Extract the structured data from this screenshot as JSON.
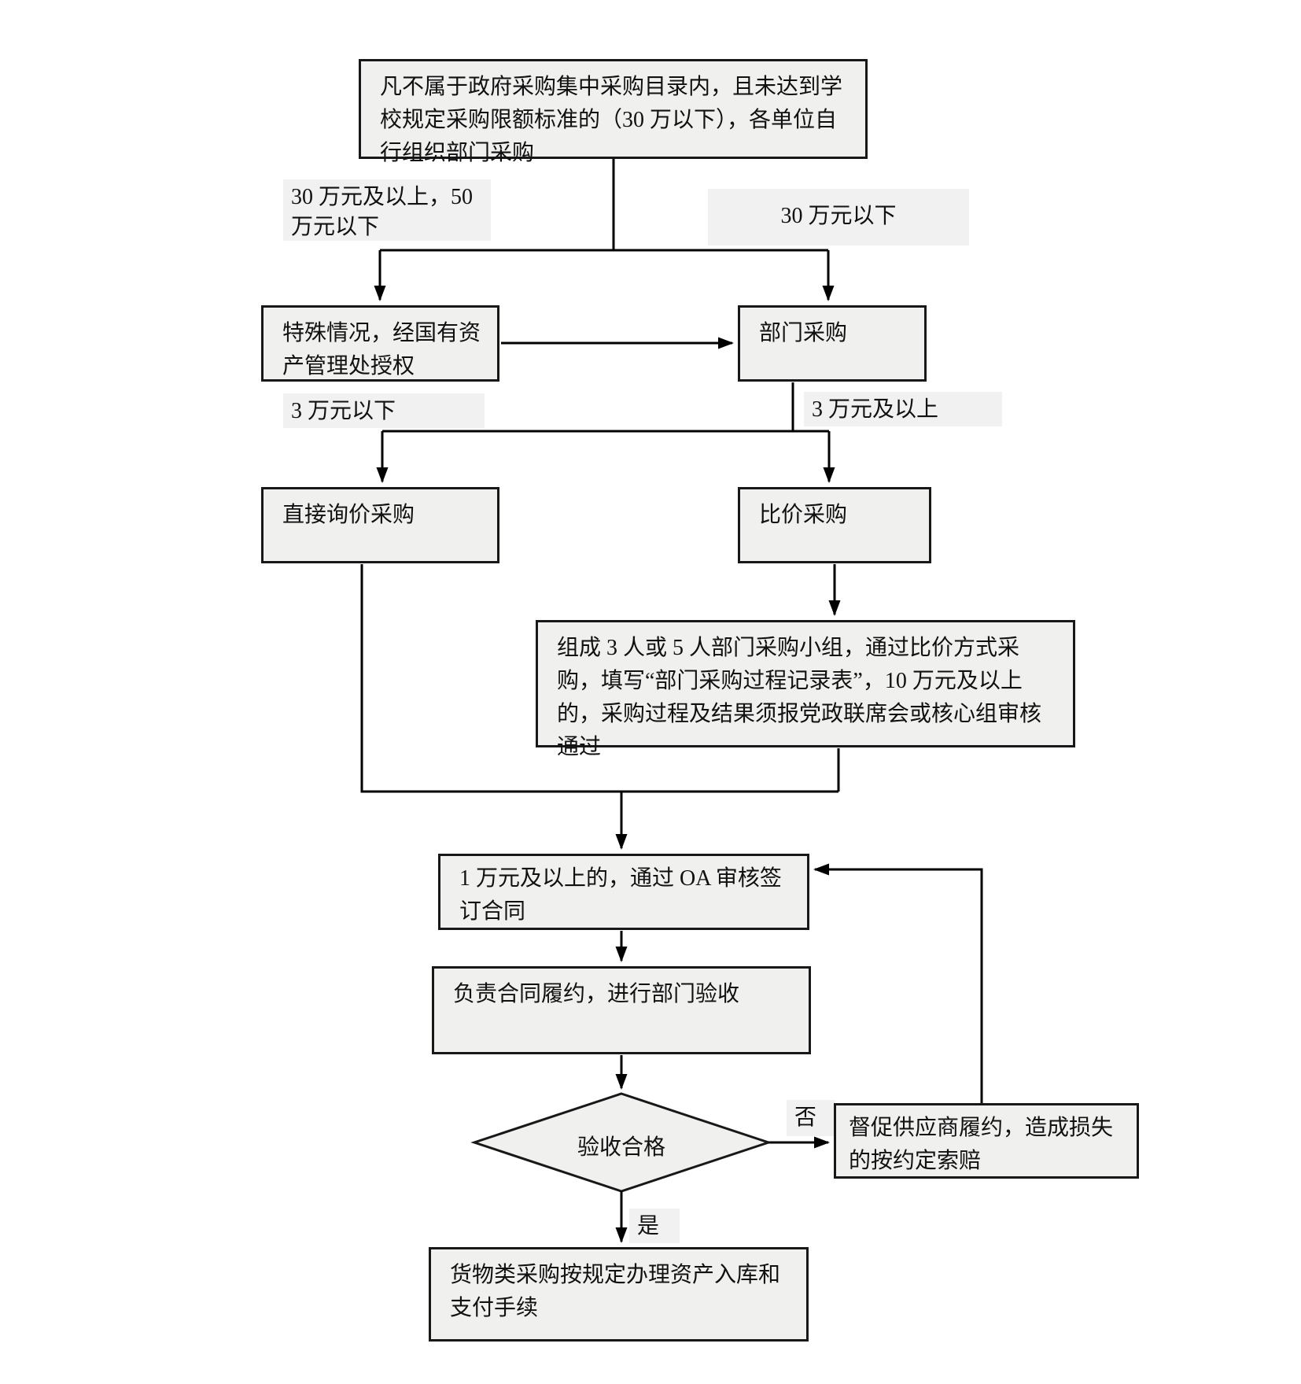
{
  "flowchart": {
    "nodes": {
      "start": {
        "text": "凡不属于政府采购集中采购目录内，且未达到学校规定采购限额标准的（30 万以下），各单位自行组织部门采购"
      },
      "special": {
        "text": "特殊情况，经国有资产管理处授权"
      },
      "dept": {
        "text": "部门采购"
      },
      "inquiry": {
        "text": "直接询价采购"
      },
      "compare": {
        "text": "比价采购"
      },
      "group": {
        "text": "组成 3 人或 5 人部门采购小组，通过比价方式采购，填写“部门采购过程记录表”，10 万元及以上的，采购过程及结果须报党政联席会或核心组审核通过"
      },
      "contract": {
        "text": "1 万元及以上的，通过 OA 审核签订合同"
      },
      "perform": {
        "text": "负责合同履约，进行部门验收"
      },
      "decision": {
        "text": "验收合格"
      },
      "supervise": {
        "text": "督促供应商履约，造成损失的按约定索赔"
      },
      "final": {
        "text": "货物类采购按规定办理资产入库和支付手续"
      }
    },
    "edge_labels": {
      "range_30_to_50": "30 万元及以上，50 万元以下",
      "below_30": "30 万元以下",
      "below_3": "3 万元以下",
      "three_and_above": "3 万元及以上",
      "no": "否",
      "yes": "是"
    },
    "colors": {
      "node_fill": "#f0f0ef",
      "node_border": "#181818",
      "edge_label_fill": "#f1f1f1",
      "line": "#000000",
      "background": "#ffffff"
    }
  }
}
